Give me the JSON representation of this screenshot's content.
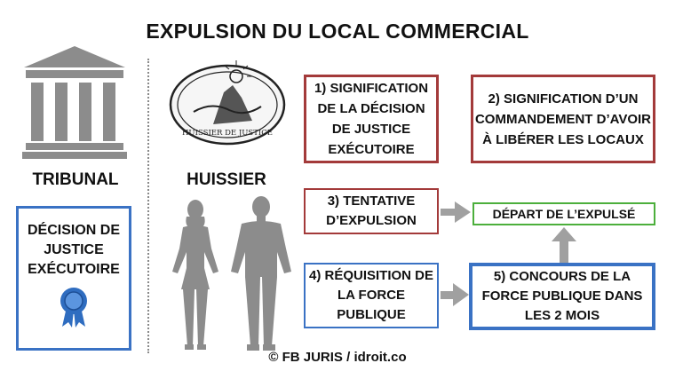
{
  "title": "EXPULSION DU LOCAL COMMERCIAL",
  "left_column": {
    "label": "TRIBUNAL",
    "decision_box": "DÉCISION DE JUSTICE EXÉCUTOIRE"
  },
  "middle_column": {
    "label": "HUISSIER",
    "logo_text": "HUISSIER DE JUSTICE"
  },
  "steps": {
    "step1": "1) SIGNIFICATION DE LA DÉCISION DE JUSTICE EXÉCUTOIRE",
    "step2": "2) SIGNIFICATION D’UN COMMANDEMENT D’AVOIR À LIBÉRER LES LOCAUX",
    "step3": "3) TENTATIVE D’EXPULSION",
    "step4": "4) RÉQUISITION DE LA FORCE PUBLIQUE",
    "step5": "5) CONCOURS DE LA FORCE PUBLIQUE DANS LES 2 MOIS",
    "outcome": "DÉPART DE L’EXPULSÉ"
  },
  "footer": "© FB JURIS / idroit.co",
  "colors": {
    "red_border": "#a33a3a",
    "green_border": "#4caf3c",
    "blue_border": "#3a72c4",
    "gray_figure": "#8c8c8c",
    "arrow_gray": "#a0a0a0"
  }
}
